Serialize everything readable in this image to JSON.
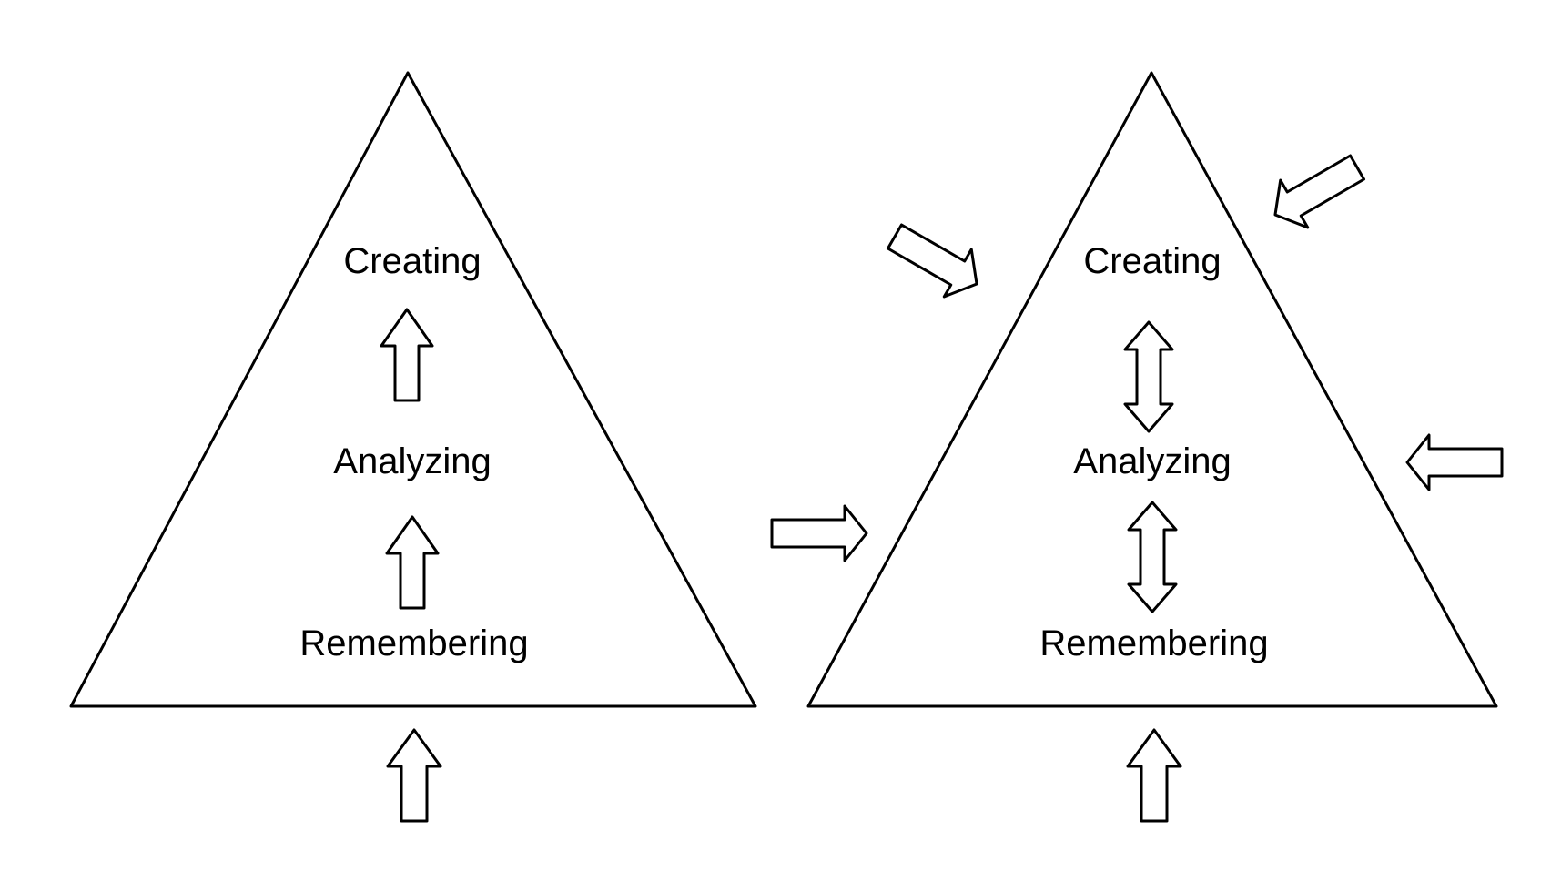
{
  "diagram": {
    "left_pyramid": {
      "levels": {
        "top": "Creating",
        "middle": "Analyzing",
        "bottom": "Remembering"
      },
      "inner_arrows": "one-way upward",
      "outer_arrows": [
        "bottom, pointing up"
      ]
    },
    "right_pyramid": {
      "levels": {
        "top": "Creating",
        "middle": "Analyzing",
        "bottom": "Remembering"
      },
      "inner_arrows": "two-way (up and down)",
      "outer_arrows": [
        "left, pointing right",
        "upper-left, pointing down-right",
        "upper-right, pointing down-left",
        "right, pointing left",
        "bottom, pointing up"
      ]
    },
    "stroke_color": "#000000",
    "fill_color": "#ffffff"
  }
}
